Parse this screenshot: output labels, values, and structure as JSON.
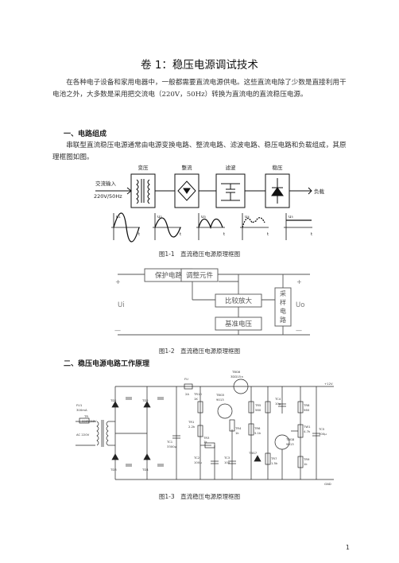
{
  "title": "卷 1：稳压电源调试技术",
  "paragraphs": {
    "intro": "在各种电子设备和家用电器中，一般都需要直流电源供电。这些直流电除了少数是直接利用干电池之外，大多数是采用把交流电（220V，50Hz）转换为直流电的直流稳压电源。",
    "section1_body": "串联型直流稳压电源通常由电源变换电路、整流电路、滤波电路、稳压电路和负载组成，其原理框图如图。"
  },
  "headings": {
    "section1": "一、电路组成",
    "section2": "二、稳压电源电路工作原理"
  },
  "figure1": {
    "stage_labels": [
      "变压",
      "整流",
      "滤波",
      "稳压"
    ],
    "input_label": "交流输入",
    "input_spec": "220V/50Hz",
    "load_label": "负载",
    "waveform_labels": [
      "u₁",
      "u₂",
      "u₃",
      "u₄",
      "u₅"
    ],
    "axis_t": "t",
    "caption": "图1-1　直流稳压电源原理框图"
  },
  "figure2": {
    "protection": "保护电路",
    "adjust": "调整元件",
    "compare": "比较放大",
    "reference": "基准电压",
    "sampling": [
      "采",
      "样",
      "电",
      "路"
    ],
    "ui": "Ui",
    "uo": "Uo",
    "plus": "+",
    "minus": "—",
    "caption": "图1-2　直流稳压电源原理框图"
  },
  "figure3": {
    "labels": {
      "fu1": "FU1",
      "fu1_val": "300mA",
      "tr": "TR",
      "tr_val": "220V/18V",
      "ac": "AC 220V",
      "fu": "FU",
      "fu_val": "2A",
      "vt6": "TBG6",
      "vt6_val": "3DD15×",
      "vt5": "TBG5",
      "vt5_val": "9013",
      "r1": "TR10",
      "r1_val": "1K",
      "r2": "TR1",
      "r2_val": "2.2k",
      "c1": "TC1",
      "c1_val": "3300μ",
      "r3": "TR3",
      "r3_val": "1k",
      "c2": "TC2",
      "c2_val": "100μ",
      "c3": "TC3",
      "c3_val": "10μ",
      "r5": "TR5",
      "r5_val": "560",
      "r4": "TR4",
      "r4_val": "1k",
      "r6": "TR6",
      "r6_val": "5.1k",
      "vt7": "TBG7",
      "r7": "TR7",
      "r7_val": "1.5k",
      "vt8": "TBG8",
      "vt8_val": "9013",
      "c4": "TC4",
      "c4_val": "10μ",
      "r8": "TR8",
      "r8_val": "560",
      "rp": "TW1",
      "rp_val": "4.7k",
      "r9": "TR9",
      "r9_val": "1k",
      "c5": "TC5",
      "c5_val": "100μ",
      "d1": "TD1",
      "d2": "TD2",
      "d3": "TD3",
      "d4": "TD4",
      "out_plus": "+12V",
      "out_gnd": "GND"
    },
    "caption": "图1-3　直流稳压电源原理框图"
  },
  "page_number": "1"
}
